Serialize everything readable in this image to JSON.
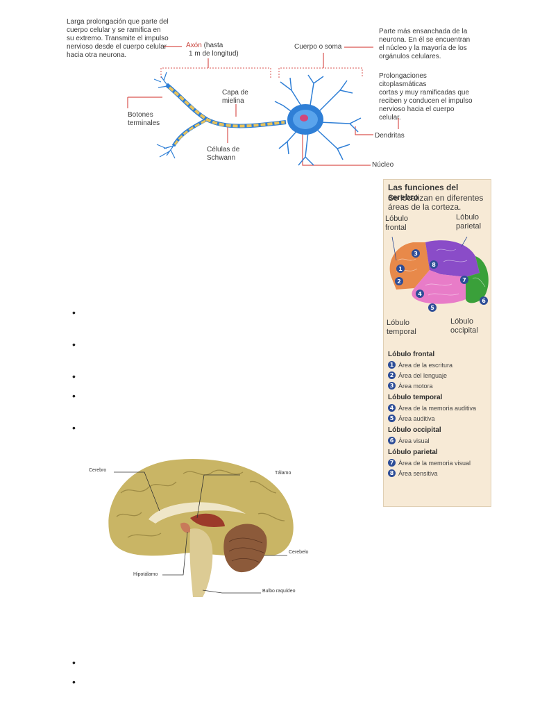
{
  "neuron": {
    "axon_desc": [
      "Larga prolongación que parte del",
      "cuerpo celular y se ramifica en",
      "su extremo. Transmite el impulso",
      "nervioso desde el cuerpo celular",
      "hacia otra neurona."
    ],
    "axon_label": "Axón",
    "axon_length": [
      "(hasta",
      "1 m de longitud)"
    ],
    "soma_label": "Cuerpo o soma",
    "soma_desc": [
      "Parte más ensanchada de la",
      "neurona. En él se encuentran",
      "el núcleo y la mayoría de los",
      "orgánulos celulares."
    ],
    "dendrites_desc": [
      "Prolongaciones citoplasmáticas",
      "cortas y muy ramificadas que",
      "reciben y conducen el impulso",
      "nervioso hacia el cuerpo",
      "celular."
    ],
    "myelin_label": [
      "Capa de",
      "mielina"
    ],
    "terminals_label": [
      "Botones",
      "terminales"
    ],
    "schwann_label": [
      "Células de",
      "Schwann"
    ],
    "dendrites_label": "Dendritas",
    "nucleus_label": "Núcleo"
  },
  "brain_card": {
    "title": "Las funciones del cerebro",
    "subtitle": [
      "Se localizan en diferentes",
      "áreas de la corteza."
    ],
    "lobe_frontal": [
      "Lóbulo",
      "frontal"
    ],
    "lobe_parietal": [
      "Lóbulo",
      "parietal"
    ],
    "lobe_temporal": [
      "Lóbulo",
      "temporal"
    ],
    "lobe_occipital": [
      "Lóbulo",
      "occipital"
    ],
    "sections": [
      {
        "title": "Lóbulo frontal",
        "items": [
          {
            "n": "1",
            "text": "Área de la escritura"
          },
          {
            "n": "2",
            "text": "Área del lenguaje"
          },
          {
            "n": "3",
            "text": "Área motora"
          }
        ]
      },
      {
        "title": "Lóbulo temporal",
        "items": [
          {
            "n": "4",
            "text": "Área de la memoria auditiva"
          },
          {
            "n": "5",
            "text": "Área auditiva"
          }
        ]
      },
      {
        "title": "Lóbulo occipital",
        "items": [
          {
            "n": "6",
            "text": "Área visual"
          }
        ]
      },
      {
        "title": "Lóbulo parietal",
        "items": [
          {
            "n": "7",
            "text": "Área de la memoria visual"
          },
          {
            "n": "8",
            "text": "Área sensitiva"
          }
        ]
      }
    ]
  },
  "midbrain": {
    "cerebro": "Cerebro",
    "talamo": "Tálamo",
    "cerebelo": "Cerebelo",
    "hipotalamo": "Hipotálamo",
    "bulbo": "Bulbo raquídeo"
  },
  "bullets": {
    "symbol": "•"
  },
  "colors": {
    "annotation_red": "#c8423a",
    "neuron_blue": "#2f7fd6",
    "myelin_yellow": "#e8c25a",
    "frontal_orange": "#e8894a",
    "parietal_purple": "#8a4cc8",
    "temporal_pink": "#e87cc8",
    "occipital_green": "#3aa03a",
    "badge_blue": "#2d4d97"
  }
}
